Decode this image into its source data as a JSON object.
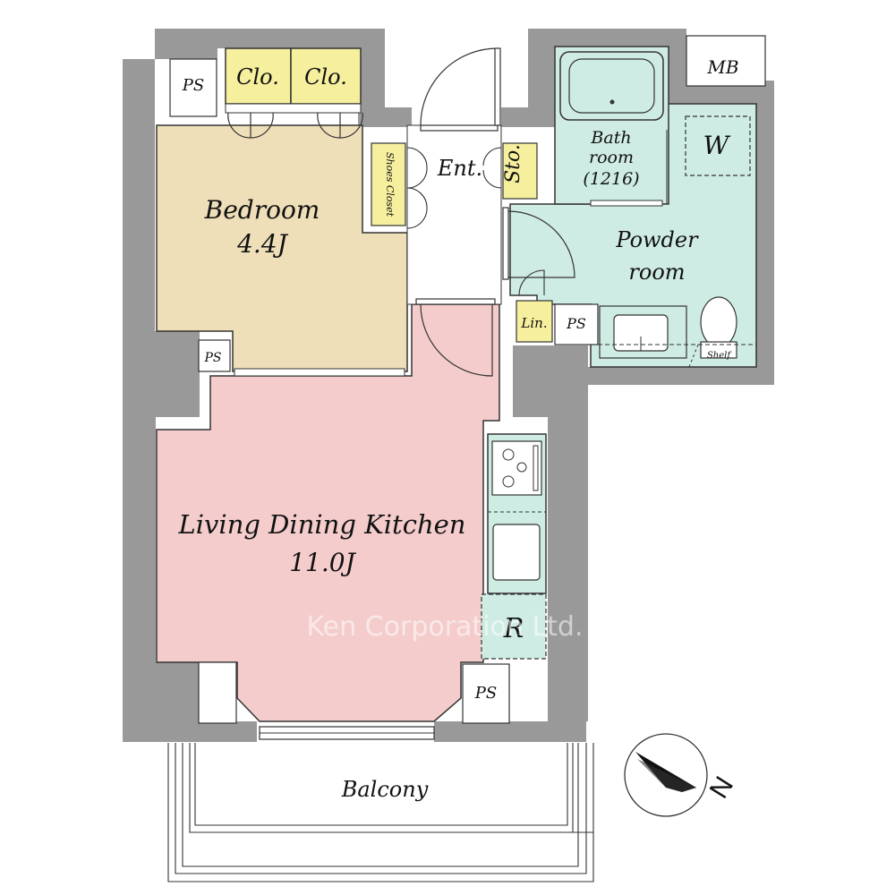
{
  "rooms": {
    "bedroom": {
      "name": "Bedroom",
      "size": "4.4J"
    },
    "ldk": {
      "name": "Living Dining Kitchen",
      "size": "11.0J"
    },
    "entrance": {
      "name": "Ent."
    },
    "storage": {
      "name": "Sto."
    },
    "shoes_closet": {
      "name": "Shoes Closet"
    },
    "bathroom": {
      "line1": "Bath",
      "line2": "room",
      "line3": "(1216)"
    },
    "powder_room": {
      "line1": "Powder",
      "line2": "room"
    },
    "linen": {
      "name": "Lin."
    },
    "balcony": {
      "name": "Balcony"
    },
    "closet_1": {
      "name": "Clo."
    },
    "closet_2": {
      "name": "Clo."
    },
    "meter_box": {
      "name": "MB"
    }
  },
  "fixtures": {
    "washer": "W",
    "refrigerator": "R",
    "shelf": "Shelf",
    "ps_labels": [
      "PS",
      "PS",
      "PS",
      "PS"
    ]
  },
  "compass": {
    "north": "N"
  },
  "watermark": "Ken Corporation Ltd.",
  "colors": {
    "wall": "#999999",
    "bedroom": "#efdfb9",
    "ldk": "#f4cccc",
    "wet_area": "#cfece4",
    "closet": "#f5ef9e"
  }
}
